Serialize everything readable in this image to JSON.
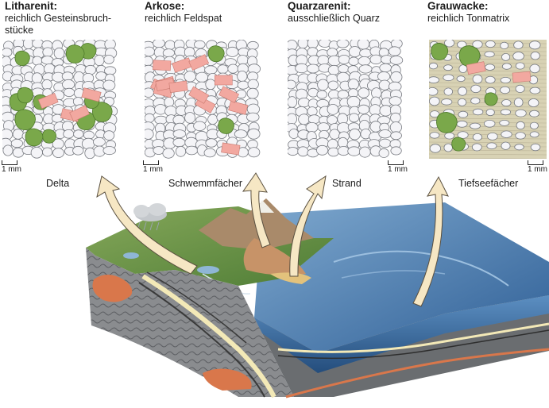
{
  "panels": [
    {
      "title": "Litharenit:",
      "subtitle": "reichlich Gesteinsbruch- stücke",
      "subtitle1": "reichlich Gesteinsbruch-",
      "subtitle2": "stücke",
      "scale": "1 mm",
      "environment": "Delta",
      "rock": "litharenite"
    },
    {
      "title": "Arkose:",
      "subtitle1": "reichlich Feldspat",
      "scale": "1 mm",
      "environment": "Schwemmfächer",
      "rock": "arkose"
    },
    {
      "title": "Quarzarenit:",
      "subtitle1": "ausschließlich Quarz",
      "scale": "1 mm",
      "environment": "Strand",
      "rock": "quartz-arenite"
    },
    {
      "title": "Grauwacke:",
      "subtitle1": "reichlich Tonmatrix",
      "scale": "1 mm",
      "environment": "Tiefseefächer",
      "rock": "greywacke"
    }
  ],
  "colors": {
    "quartz_fill": "#f4f4f7",
    "grain_outline": "#777a80",
    "rock_fragment": "#7aa84a",
    "feldspar": "#f2a8a0",
    "clay_matrix": "#d8d2b4",
    "arrow_fill": "#f6e7c4",
    "arrow_stroke": "#5a5040",
    "sea": "#3d6fa5",
    "land": "#6f9a45"
  }
}
